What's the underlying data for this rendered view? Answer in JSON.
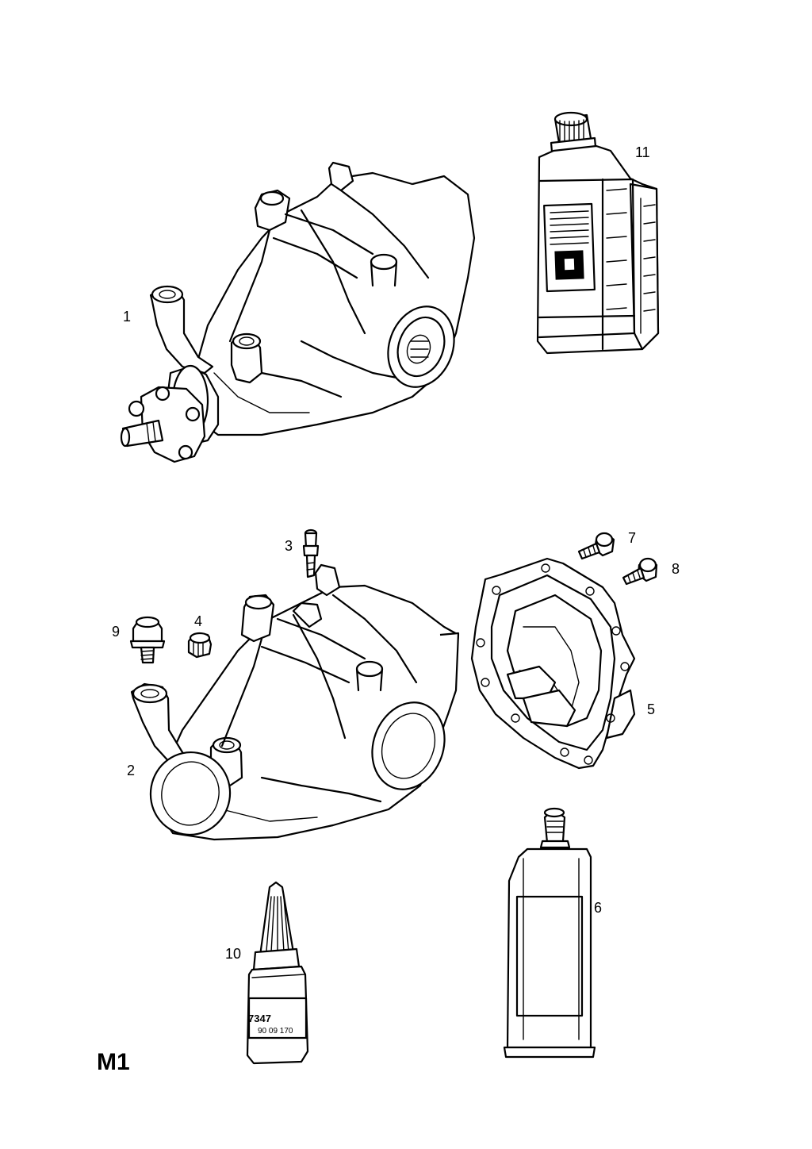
{
  "sheet_code": "M1",
  "callouts": [
    {
      "id": "1",
      "label": "1"
    },
    {
      "id": "2",
      "label": "2"
    },
    {
      "id": "3",
      "label": "3"
    },
    {
      "id": "4",
      "label": "4"
    },
    {
      "id": "5",
      "label": "5"
    },
    {
      "id": "6",
      "label": "6"
    },
    {
      "id": "7",
      "label": "7"
    },
    {
      "id": "8",
      "label": "8"
    },
    {
      "id": "9",
      "label": "9"
    },
    {
      "id": "10",
      "label": "10"
    },
    {
      "id": "11",
      "label": "11"
    }
  ],
  "bottle_label_code": "7347",
  "bottle_label_partno": "90 09 170"
}
